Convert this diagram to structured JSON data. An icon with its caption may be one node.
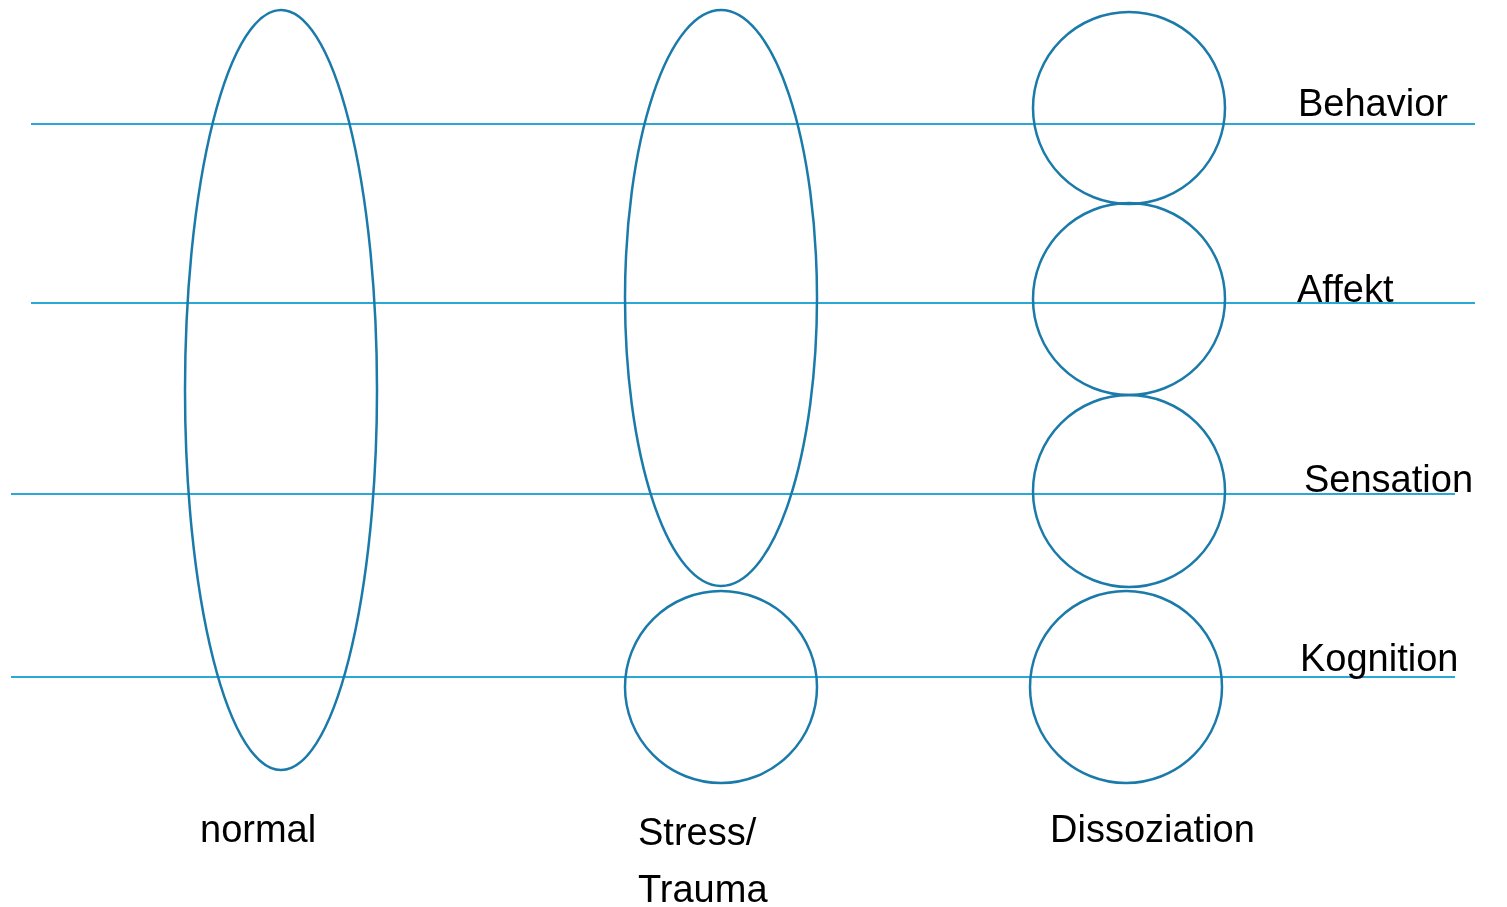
{
  "diagram": {
    "nodes": [
      {
        "text": [],
        "shape": "ellipse"
      },
      {
        "text": [],
        "shape": "ellipse"
      },
      {
        "text": [],
        "shape": "circle"
      },
      {
        "text": [],
        "shape": "circle"
      },
      {
        "text": [],
        "shape": "circle"
      },
      {
        "text": [],
        "shape": "circle"
      },
      {
        "text": [],
        "shape": "circle"
      }
    ],
    "labels": [
      "Behavior",
      "Affekt",
      "Sensation",
      "Kognition",
      "normal",
      "Stress/ Trauma",
      "Dissoziation"
    ]
  }
}
